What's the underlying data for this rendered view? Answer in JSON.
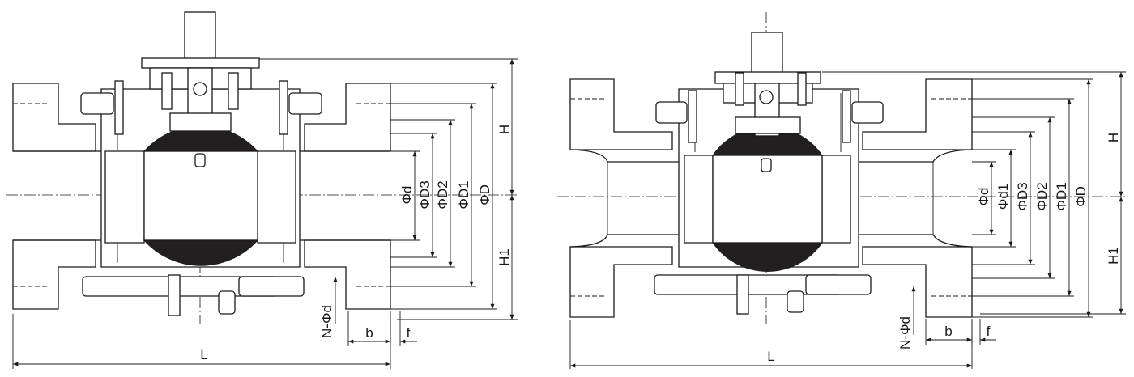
{
  "views": [
    {
      "id": "left",
      "labels": {
        "L": "L",
        "H": "H",
        "H1": "H1",
        "b": "b",
        "f": "f",
        "N_d": "N-Φd",
        "d": "Φd",
        "D3": "ΦD3",
        "D2": "ΦD2",
        "D1": "ΦD1",
        "D": "ΦD"
      }
    },
    {
      "id": "right",
      "labels": {
        "L": "L",
        "H": "H",
        "H1": "H1",
        "b": "b",
        "f": "f",
        "N_d": "N-Φd",
        "d": "Φd",
        "d1": "Φd1",
        "D3": "ΦD3",
        "D2": "ΦD2",
        "D1": "ΦD1",
        "D": "ΦD"
      }
    }
  ],
  "colors": {
    "line": "#1a1a1a",
    "ball": "#231f20",
    "background": "#ffffff"
  }
}
